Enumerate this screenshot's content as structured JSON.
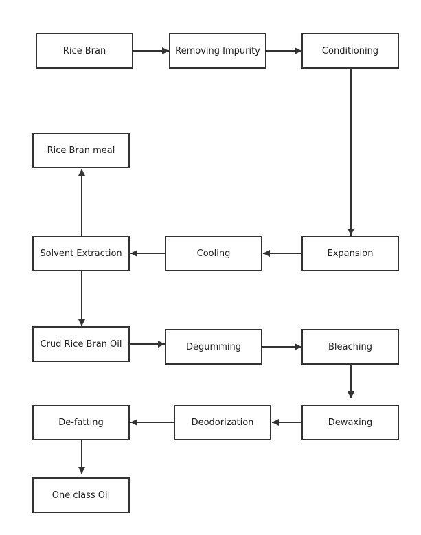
{
  "diagram": {
    "nodes": {
      "rice_bran": "Rice Bran",
      "removing_impurity": "Removing Impurity",
      "conditioning": "Conditioning",
      "rice_bran_meal": "Rice Bran meal",
      "solvent_extraction": "Solvent Extraction",
      "cooling": "Cooling",
      "expansion": "Expansion",
      "crud_rice_bran_oil": "Crud Rice Bran Oil",
      "degumming": "Degumming",
      "bleaching": "Bleaching",
      "de_fatting": "De-fatting",
      "deodorization": "Deodorization",
      "dewaxing": "Dewaxing",
      "one_class_oil": "One class Oil"
    },
    "edges": [
      [
        "rice_bran",
        "removing_impurity"
      ],
      [
        "removing_impurity",
        "conditioning"
      ],
      [
        "conditioning",
        "expansion"
      ],
      [
        "expansion",
        "cooling"
      ],
      [
        "cooling",
        "solvent_extraction"
      ],
      [
        "solvent_extraction",
        "rice_bran_meal"
      ],
      [
        "solvent_extraction",
        "crud_rice_bran_oil"
      ],
      [
        "crud_rice_bran_oil",
        "degumming"
      ],
      [
        "degumming",
        "bleaching"
      ],
      [
        "bleaching",
        "dewaxing"
      ],
      [
        "dewaxing",
        "deodorization"
      ],
      [
        "deodorization",
        "de_fatting"
      ],
      [
        "de_fatting",
        "one_class_oil"
      ]
    ],
    "colors": {
      "stroke": "#333333",
      "text": "#222222",
      "background": "#ffffff"
    }
  }
}
